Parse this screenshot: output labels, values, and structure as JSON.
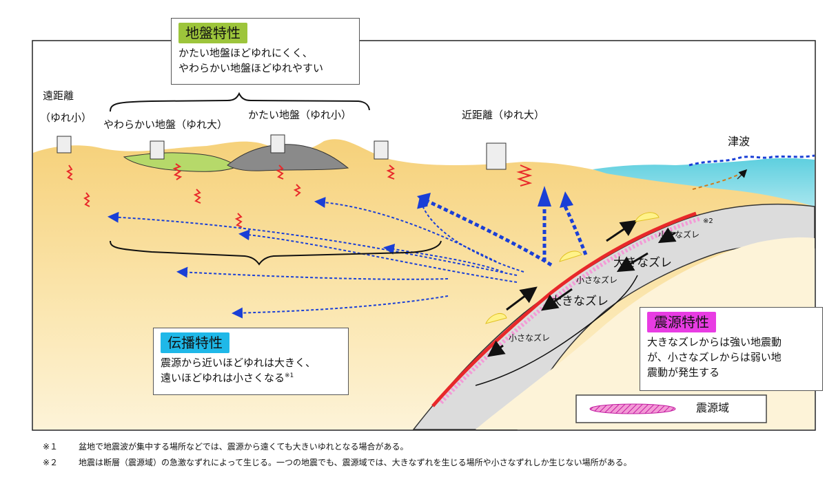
{
  "labels": {
    "far": "遠距離",
    "far_shake": "（ゆれ小）",
    "soft_ground": "やわらかい地盤（ゆれ大）",
    "hard_ground": "かたい地盤（ゆれ小）",
    "near": "近距離（ゆれ大）",
    "tsunami": "津波",
    "small_slip": "小さなズレ",
    "large_slip": "大きなズレ",
    "note_mark": "※2"
  },
  "boxes": {
    "ground": {
      "title": "地盤特性",
      "line1": "かたい地盤ほどゆれにくく、",
      "line2": "やわらかい地盤ほどゆれやすい"
    },
    "propagation": {
      "title": "伝播特性",
      "line1": "震源から近いほどゆれは大きく、",
      "line2": "遠いほどゆれは小さくなる",
      "sup": "※1"
    },
    "source": {
      "title": "震源特性",
      "line1": "大きなズレからは強い地震動",
      "line2": "が、小さなズレからは弱い地",
      "line3": "震動が発生する"
    }
  },
  "legend": {
    "label": "震源域"
  },
  "footnotes": [
    {
      "mark": "※１",
      "text": "盆地で地震波が集中する場所などでは、震源から遠くても大きいゆれとなる場合がある。"
    },
    {
      "mark": "※２",
      "text": "地震は断層（震源域）の急激なずれによって生じる。一つの地震でも、震源域では、大きなずれを生じる場所や小さなずれしか生じない場所がある。"
    }
  ],
  "colors": {
    "ground_tag": "#9dc53b",
    "propagation_tag": "#1fb8e8",
    "source_tag": "#e83ce3",
    "seismic_line": "#e8282a",
    "arrow": "#1a3fd6",
    "sea": "#5ecfdf"
  }
}
